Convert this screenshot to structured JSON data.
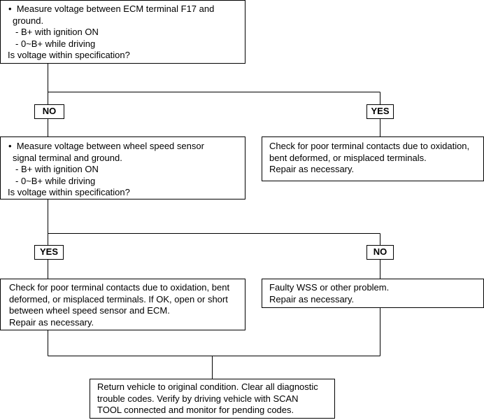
{
  "step1": {
    "bullet": "•",
    "line1": "Measure voltage between ECM terminal F17 and",
    "line2": "ground.",
    "sub1": "-   B+ with ignition ON",
    "sub2": "-   0~B+ while driving",
    "question": "Is voltage within specification?"
  },
  "branch1": {
    "no": "NO",
    "yes": "YES"
  },
  "step2": {
    "bullet": "•",
    "line1": "Measure voltage between wheel speed sensor",
    "line2": "signal terminal and ground.",
    "sub1": "-   B+ with ignition ON",
    "sub2": "-   0~B+ while driving",
    "question": "Is voltage within specification?"
  },
  "result_yes1": {
    "line1": "Check for poor terminal contacts due to oxidation,",
    "line2": "bent deformed, or misplaced terminals.",
    "line3": "Repair as necessary."
  },
  "branch2": {
    "yes": "YES",
    "no": "NO"
  },
  "result_yes2": {
    "line1": "Check for poor terminal contacts due to oxidation, bent",
    "line2": "deformed, or misplaced terminals. If OK, open or short",
    "line3": "between wheel speed sensor and ECM.",
    "line4": "Repair as necessary."
  },
  "result_no2": {
    "line1": "Faulty WSS or other problem.",
    "line2": "Repair as necessary."
  },
  "final": {
    "line1": "Return vehicle to original condition. Clear all diagnostic",
    "line2": "trouble codes. Verify by driving vehicle with SCAN",
    "line3": "TOOL connected and monitor for pending codes."
  }
}
